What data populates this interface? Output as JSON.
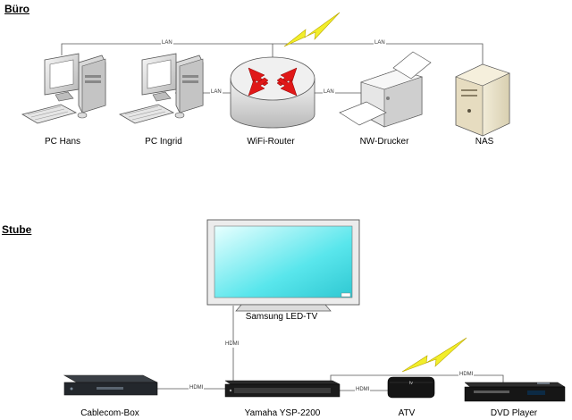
{
  "sections": {
    "office": {
      "title": "Büro",
      "devices": {
        "pc_hans": "PC Hans",
        "pc_ingrid": "PC Ingrid",
        "router": "WiFi-Router",
        "printer": "NW-Drucker",
        "nas": "NAS"
      },
      "links": {
        "top_left": "LAN",
        "top_right": "LAN",
        "ingrid_router": "LAN",
        "router_printer": "LAN"
      }
    },
    "living_room": {
      "title": "Stube",
      "devices": {
        "tv": "Samsung LED-TV",
        "cablecom": "Cablecom-Box",
        "yamaha": "Yamaha YSP-2200",
        "atv": "ATV",
        "dvd": "DVD Player"
      },
      "links": {
        "tv_yamaha": "HDMI",
        "cablecom_yamaha": "HDMI",
        "yamaha_atv": "HDMI",
        "yamaha_dvd": "HDMI"
      },
      "atv_logo": "tv"
    }
  },
  "colors": {
    "lightning": "#f2ee2a",
    "router_arrows": "#e01818",
    "tv_screen": "#59e6ec"
  }
}
